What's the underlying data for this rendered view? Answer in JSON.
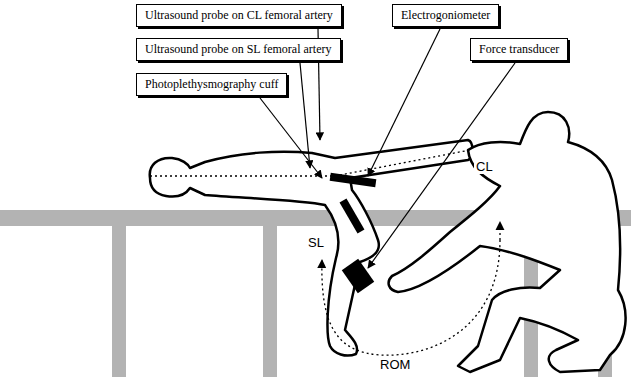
{
  "diagram": {
    "nodes": [
      {
        "text": [
          "Ultrasound probe on CL femoral artery"
        ]
      },
      {
        "text": [
          "Ultrasound probe on SL femoral artery"
        ]
      },
      {
        "text": [
          "Photoplethysmography cuff"
        ]
      },
      {
        "text": [
          "Electrogoniometer"
        ]
      },
      {
        "text": [
          "Force transducer"
        ]
      }
    ],
    "labels": [
      "CL",
      "SL",
      "ROM"
    ]
  }
}
